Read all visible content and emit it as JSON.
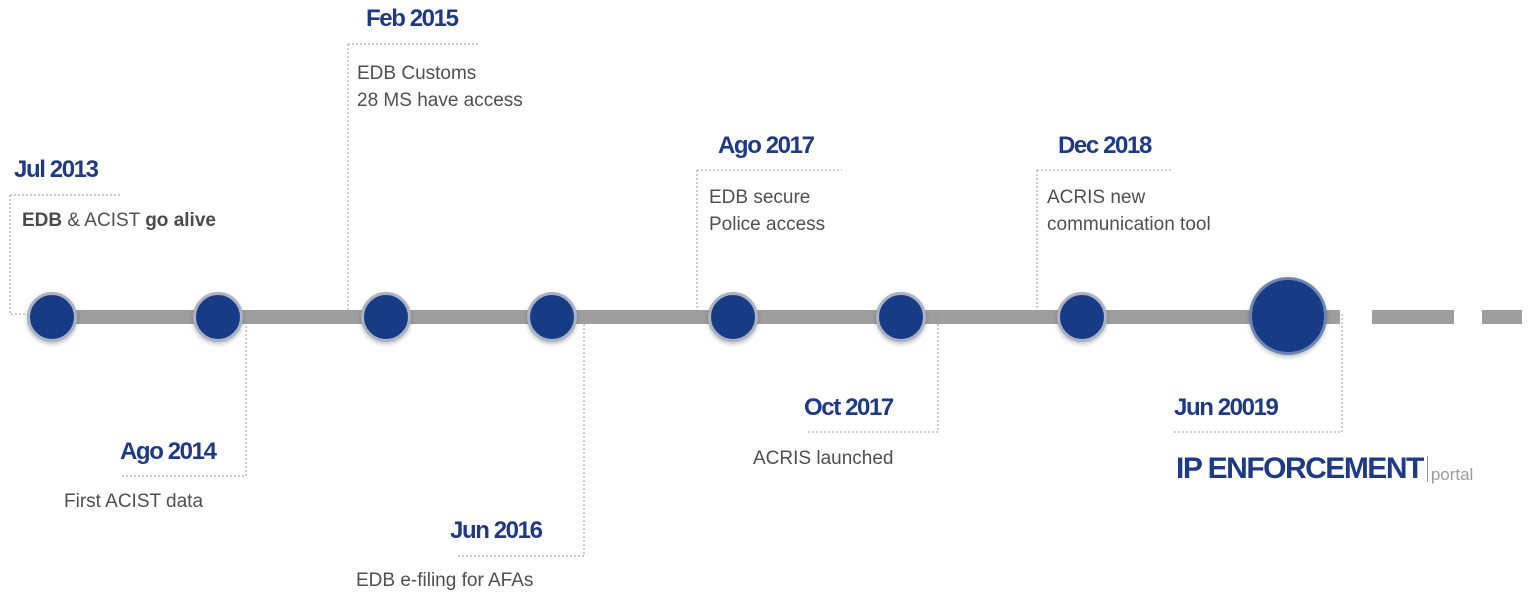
{
  "events": [
    {
      "date": "Jul 2013",
      "desc_lines": [],
      "desc_rich": {
        "bold1": "EDB",
        "plain1": " & ACIST ",
        "bold2": "go alive"
      }
    },
    {
      "date": "Ago 2014",
      "desc_lines": [
        "First ACIST data"
      ]
    },
    {
      "date": "Feb 2015",
      "desc_lines": [
        "EDB Customs",
        "28 MS have access"
      ]
    },
    {
      "date": "Jun 2016",
      "desc_lines": [
        "EDB e-filing for AFAs"
      ]
    },
    {
      "date": "Ago 2017",
      "desc_lines": [
        "EDB secure",
        "Police access"
      ]
    },
    {
      "date": "Oct 2017",
      "desc_lines": [
        "ACRIS launched"
      ]
    },
    {
      "date": "Dec 2018",
      "desc_lines": [
        "ACRIS new",
        "communication tool"
      ]
    },
    {
      "date": "Jun 20019",
      "desc_lines": []
    }
  ],
  "brand": {
    "main": "IP ENFORCEMENT",
    "sub": "portal"
  },
  "colors": {
    "accent": "#1f3a85",
    "node": "#173b85",
    "timeline": "#9e9e9e",
    "text": "#4f4f4f"
  }
}
